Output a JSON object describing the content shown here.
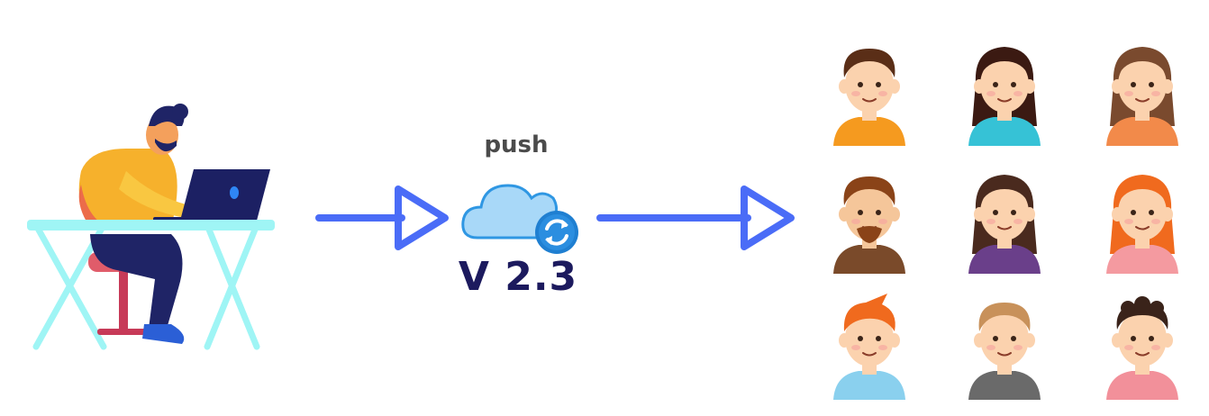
{
  "labels": {
    "push": "push",
    "version": "V 2.3"
  },
  "icons": {
    "developer": "developer-at-laptop-illustration",
    "arrow": "right-arrow-icon",
    "cloud": "cloud-sync-icon",
    "user": "user-avatar-icon"
  },
  "colors": {
    "arrow": "#4a6cf7",
    "cloud_fill": "#a8d8f8",
    "cloud_stroke": "#2f97e3",
    "sync_badge": "#1f7fd1",
    "version_text": "#1c1a5e",
    "push_text": "#4b4b4b"
  },
  "users": [
    {
      "hair": "#5a2e17",
      "skin": "#fbd2ae",
      "shirt": "#f59a1f",
      "style": "short"
    },
    {
      "hair": "#3b1a12",
      "skin": "#fbd2ae",
      "shirt": "#36c2d6",
      "style": "long"
    },
    {
      "hair": "#7a4a2e",
      "skin": "#fbd2ae",
      "shirt": "#f28a4a",
      "style": "long"
    },
    {
      "hair": "#8a4318",
      "skin": "#f5c69a",
      "shirt": "#7a4a2a",
      "style": "beard"
    },
    {
      "hair": "#4a2a1e",
      "skin": "#fbd2ae",
      "shirt": "#6a3f8a",
      "style": "long"
    },
    {
      "hair": "#f06a1e",
      "skin": "#fbd2ae",
      "shirt": "#f49aa0",
      "style": "long"
    },
    {
      "hair": "#f06a1e",
      "skin": "#fbd2ae",
      "shirt": "#8ad0ee",
      "style": "spiky"
    },
    {
      "hair": "#c8915a",
      "skin": "#fbd2ae",
      "shirt": "#6a6a6a",
      "style": "short"
    },
    {
      "hair": "#3a231a",
      "skin": "#fbd2ae",
      "shirt": "#f2909a",
      "style": "curly"
    }
  ]
}
